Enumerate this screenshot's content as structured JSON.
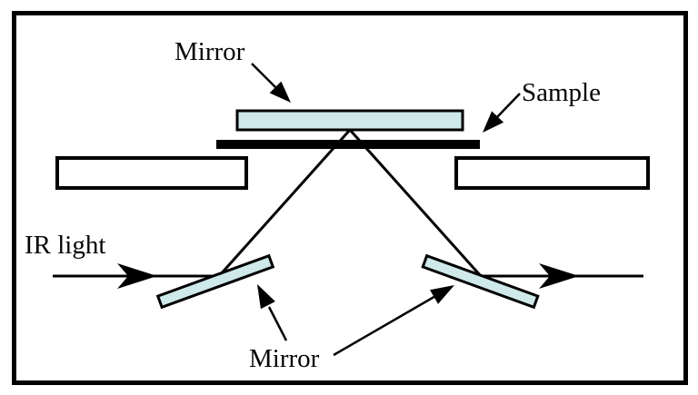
{
  "labels": {
    "top_mirror": "Mirror",
    "sample": "Sample",
    "ir_light": "IR light",
    "bottom_mirror": "Mirror"
  },
  "colors": {
    "mirror_fill": "#cfe8ea",
    "ink": "#000000",
    "background": "#ffffff"
  }
}
